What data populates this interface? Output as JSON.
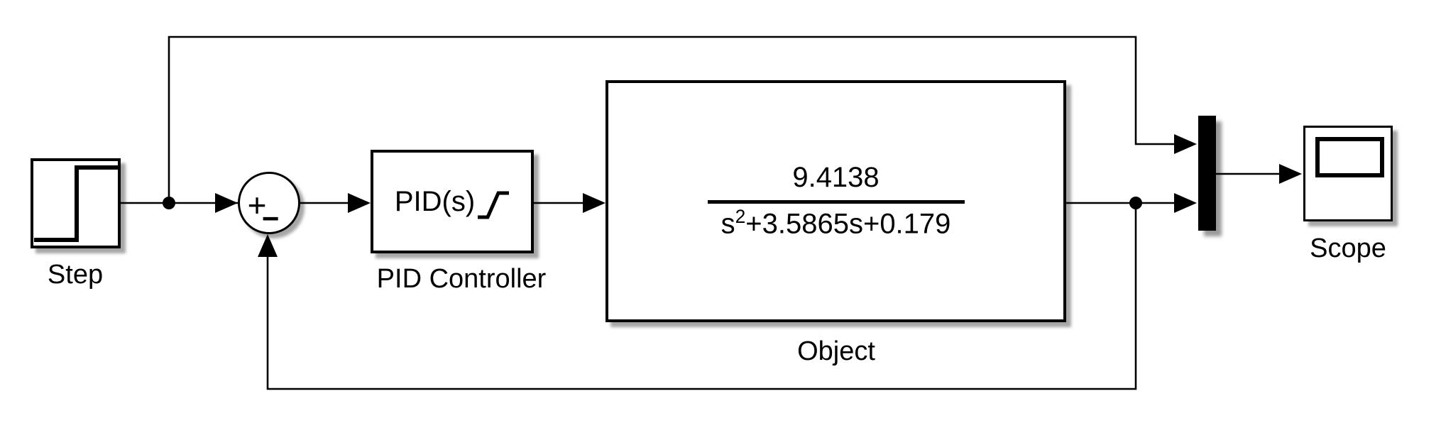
{
  "app": {
    "name": "Simulink control loop block diagram"
  },
  "colors": {
    "line": "#000000",
    "block_fill": "#ffffff",
    "block_border": "#000000",
    "mux_fill": "#000000",
    "shadow": "#8c8c8c",
    "background": "#ffffff"
  },
  "icons": {
    "step_icon": "step-waveform-icon",
    "saturation_icon": "saturation-ramp-icon",
    "scope_icon": "scope-screen-icon",
    "sum_shape": "circle-sum-junction",
    "mux_shape": "vertical-black-bar"
  },
  "blocks": {
    "step": {
      "label": "Step"
    },
    "sum": {
      "plus": "+",
      "minus": "−"
    },
    "pid": {
      "display": "PID(s)",
      "label": "PID Controller"
    },
    "object": {
      "numerator": "9.4138",
      "denominator_base": "s",
      "denominator_sup": "2",
      "denominator_rest": "+3.5865s+0.179",
      "label": "Object"
    },
    "scope": {
      "label": "Scope"
    }
  }
}
